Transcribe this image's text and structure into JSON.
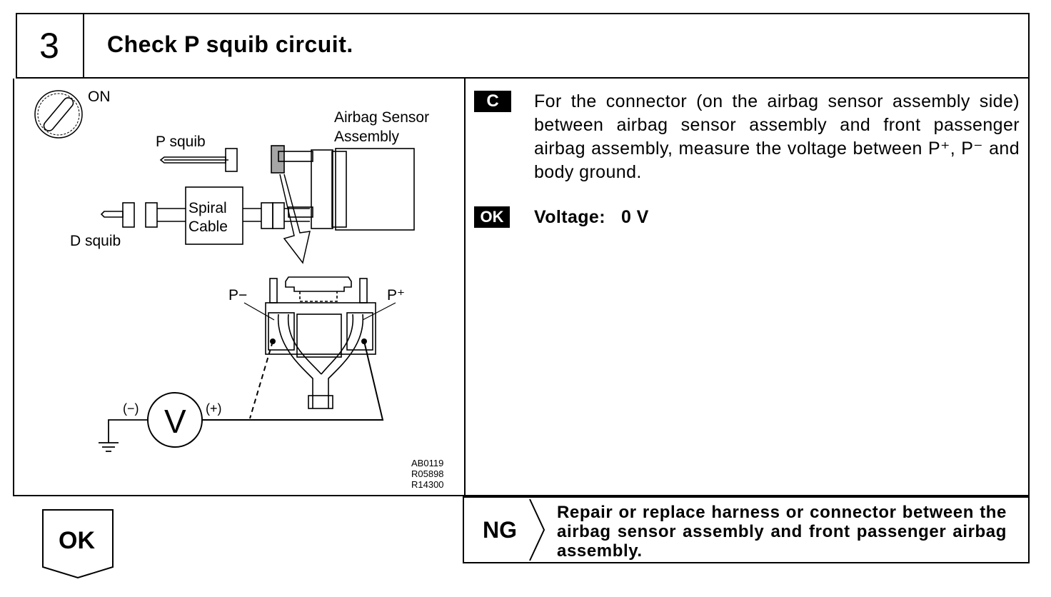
{
  "step": {
    "number": "3",
    "title": "Check P squib circuit."
  },
  "diagram": {
    "ignition": "ON",
    "p_squib": "P squib",
    "d_squib": "D squib",
    "sensor_line1": "Airbag Sensor",
    "sensor_line2": "Assembly",
    "spiral_line1": "Spiral",
    "spiral_line2": "Cable",
    "p_minus": "P−",
    "p_plus": "P⁺",
    "meter_neg": "(−)",
    "meter_pos": "(+)",
    "meter_letter": "V",
    "codes": [
      "AB0119",
      "R05898",
      "R14300"
    ],
    "icons": [
      "ignition-key-icon",
      "voltmeter-icon",
      "ground-icon"
    ]
  },
  "check": {
    "tag": "C",
    "text": "For the connector (on the airbag sensor assembly side) between airbag sensor assembly and front passenger airbag assembly, measure the voltage between P⁺, P⁻ and body ground."
  },
  "ok_spec": {
    "tag": "OK",
    "text": "Voltage:   0 V"
  },
  "ng": {
    "label": "NG",
    "text": "Repair or replace harness or connector between the airbag sensor assembly and front passenger airbag assembly."
  },
  "ok_branch": {
    "label": "OK"
  }
}
